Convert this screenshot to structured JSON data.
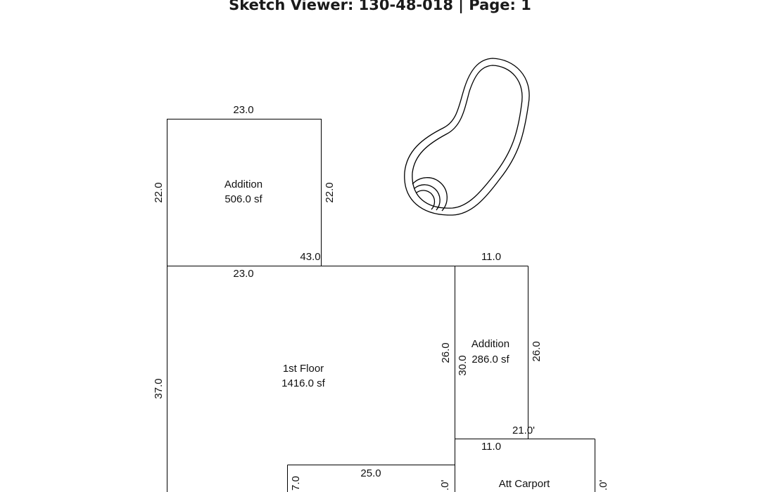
{
  "header": {
    "title": "Sketch Viewer: 130-48-018 | Page: 1"
  },
  "sketch": {
    "areas": [
      {
        "name": "Addition",
        "area": "506.0 sf"
      },
      {
        "name": "1st Floor",
        "area": "1416.0 sf"
      },
      {
        "name": "Addition",
        "area": "286.0 sf"
      },
      {
        "name": "Att Carport",
        "area": ""
      }
    ],
    "dimensions": {
      "add1_top": "23.0",
      "add1_left": "22.0",
      "add1_right": "22.0",
      "floor_top_right": "43.0",
      "floor_top": "23.0",
      "add2_top": "11.0",
      "floor_left": "37.0",
      "add2_left": "26.0",
      "inner_30": "30.0",
      "add2_right": "26.0",
      "carport_top_right": "21.0'",
      "carport_top": "11.0",
      "bottom_25": "25.0",
      "bottom_left_partial": "7.0",
      "bottom_mid_partial": ".0'",
      "carport_right_partial": ".0'"
    }
  }
}
